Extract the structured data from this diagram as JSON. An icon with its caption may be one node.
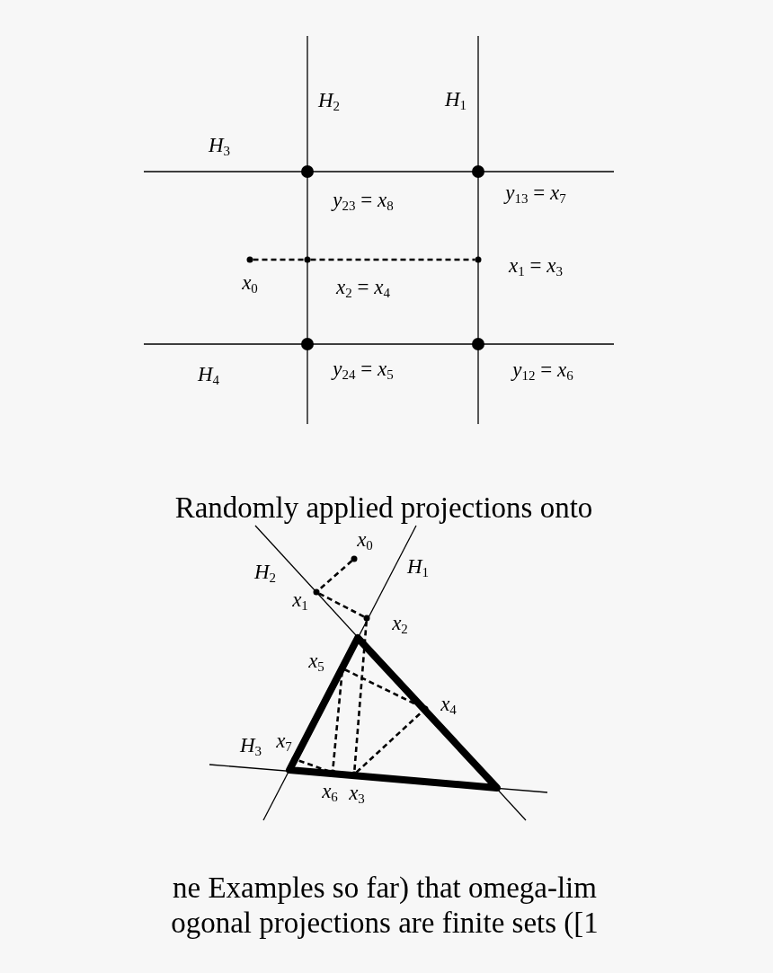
{
  "diagram": {
    "nodes": [
      {
        "text": [],
        "shape": "circle",
        "beside": [
          "*y*$_{23}$ = *x*$_{8}$"
        ]
      },
      {
        "text": [],
        "shape": "circle",
        "beside": [
          "*y*$_{13}$ = *x*$_{7}$"
        ]
      },
      {
        "text": [],
        "shape": "dot",
        "beside": [
          "*x*$_{0}$"
        ]
      },
      {
        "text": [],
        "shape": "dot",
        "beside": [
          "*x*$_{2}$ = *x*$_{4}$"
        ]
      },
      {
        "text": [],
        "shape": "dot",
        "beside": [
          "*x*$_{1}$ = *x*$_{3}$"
        ]
      },
      {
        "text": [],
        "shape": "circle",
        "beside": [
          "*y*$_{24}$ = *x*$_{5}$"
        ]
      },
      {
        "text": [],
        "shape": "circle",
        "beside": [
          "*y*$_{12}$ = *x*$_{6}$"
        ]
      },
      {
        "text": [],
        "shape": "dot",
        "beside": [
          "*x*$_{0}$"
        ]
      },
      {
        "text": [],
        "shape": "dot",
        "beside": [
          "*x*$_{1}$"
        ]
      },
      {
        "text": [],
        "shape": "dot",
        "beside": [
          "*x*$_{2}$"
        ]
      },
      {
        "text": [],
        "shape": "dot",
        "beside": [
          "*x*$_{5}$"
        ]
      },
      {
        "text": [],
        "shape": "dot",
        "beside": [
          "*x*$_{4}$"
        ]
      },
      {
        "text": [],
        "shape": "dot",
        "beside": [
          "*x*$_{7}$"
        ]
      },
      {
        "text": [],
        "shape": "dot",
        "beside": [
          "*x*$_{6}$"
        ]
      },
      {
        "text": [],
        "shape": "dot",
        "beside": [
          "*x*$_{3}$"
        ]
      }
    ],
    "edges": [
      {
        "from": 2,
        "to": 3,
        "arrow": "none",
        "style": "dashed"
      },
      {
        "from": 3,
        "to": 4,
        "arrow": "none",
        "style": "dashed"
      },
      {
        "from": 7,
        "to": 8,
        "arrow": "none",
        "style": "dashed"
      },
      {
        "from": 8,
        "to": 9,
        "arrow": "none",
        "style": "dashed"
      },
      {
        "from": 9,
        "to": 14,
        "arrow": "none",
        "style": "dashed"
      },
      {
        "from": 14,
        "to": 11,
        "arrow": "none",
        "style": "dashed"
      },
      {
        "from": 11,
        "to": 10,
        "arrow": "none",
        "style": "dashed"
      },
      {
        "from": 10,
        "to": 13,
        "arrow": "none",
        "style": "dashed"
      },
      {
        "from": 13,
        "to": 12,
        "arrow": "none",
        "style": "dashed"
      }
    ],
    "labels": [
      "*H*$_{2}$",
      "*H*$_{1}$",
      "*H*$_{3}$",
      "*H*$_{4}$",
      "Randomly applied projections onto",
      "*H*$_{2}$",
      "*H*$_{1}$",
      "*H*$_{3}$",
      "ne Examples so far) that omega-lim",
      "ogonal projections are finite sets ([1"
    ]
  }
}
